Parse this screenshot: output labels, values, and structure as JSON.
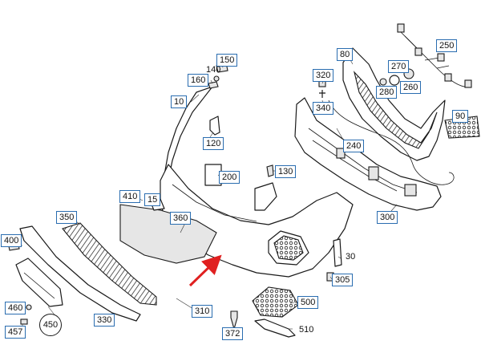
{
  "diagram": {
    "part_labels": {
      "p10": "10",
      "p15": "15",
      "p30": "30",
      "p80": "80",
      "p90": "90",
      "p120": "120",
      "p130": "130",
      "p140": "140",
      "p150": "150",
      "p160": "160",
      "p200": "200",
      "p240": "240",
      "p250": "250",
      "p260": "260",
      "p270": "270",
      "p280": "280",
      "p300": "300",
      "p305": "305",
      "p310": "310",
      "p320": "320",
      "p330": "330",
      "p340": "340",
      "p350": "350",
      "p360": "360",
      "p372": "372",
      "p400": "400",
      "p410": "410",
      "p450": "450",
      "p457": "457",
      "p460": "460",
      "p500": "500",
      "p510": "510"
    },
    "label_color": "#2a6db0",
    "arrow_color": "#e02020"
  }
}
